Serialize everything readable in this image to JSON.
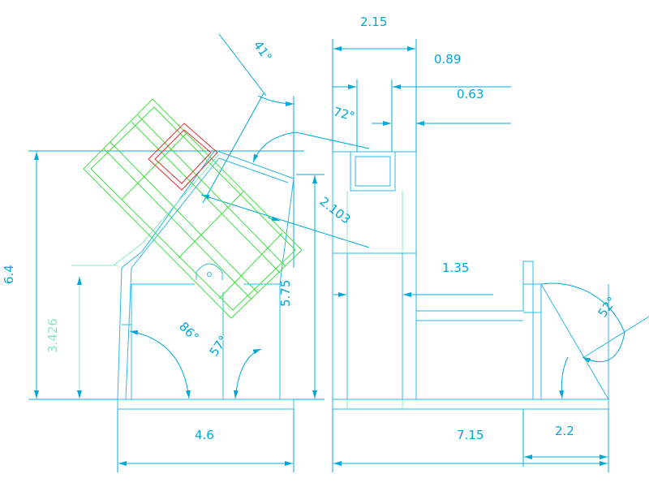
{
  "colors": {
    "background": "#ffffff",
    "dimension": "#00a8d8",
    "outline": "#2cb8e0",
    "light_green": "#80e8c8",
    "frame": "#40e040",
    "accent": "#e03030"
  },
  "dimensions": {
    "width_top": "2.15",
    "width_a": "0.89",
    "width_b": "0.63",
    "angle_top": "41°",
    "angle_tube": "72°",
    "diag": "2.103",
    "height_total": "6.4",
    "height_low": "3.426",
    "height_mid": "5.75",
    "angle_left": "86°",
    "angle_mid": "57°",
    "mid_width": "1.35",
    "angle_right": "52°",
    "base_left": "4.6",
    "base_total": "7.15",
    "base_right": "2.2"
  }
}
